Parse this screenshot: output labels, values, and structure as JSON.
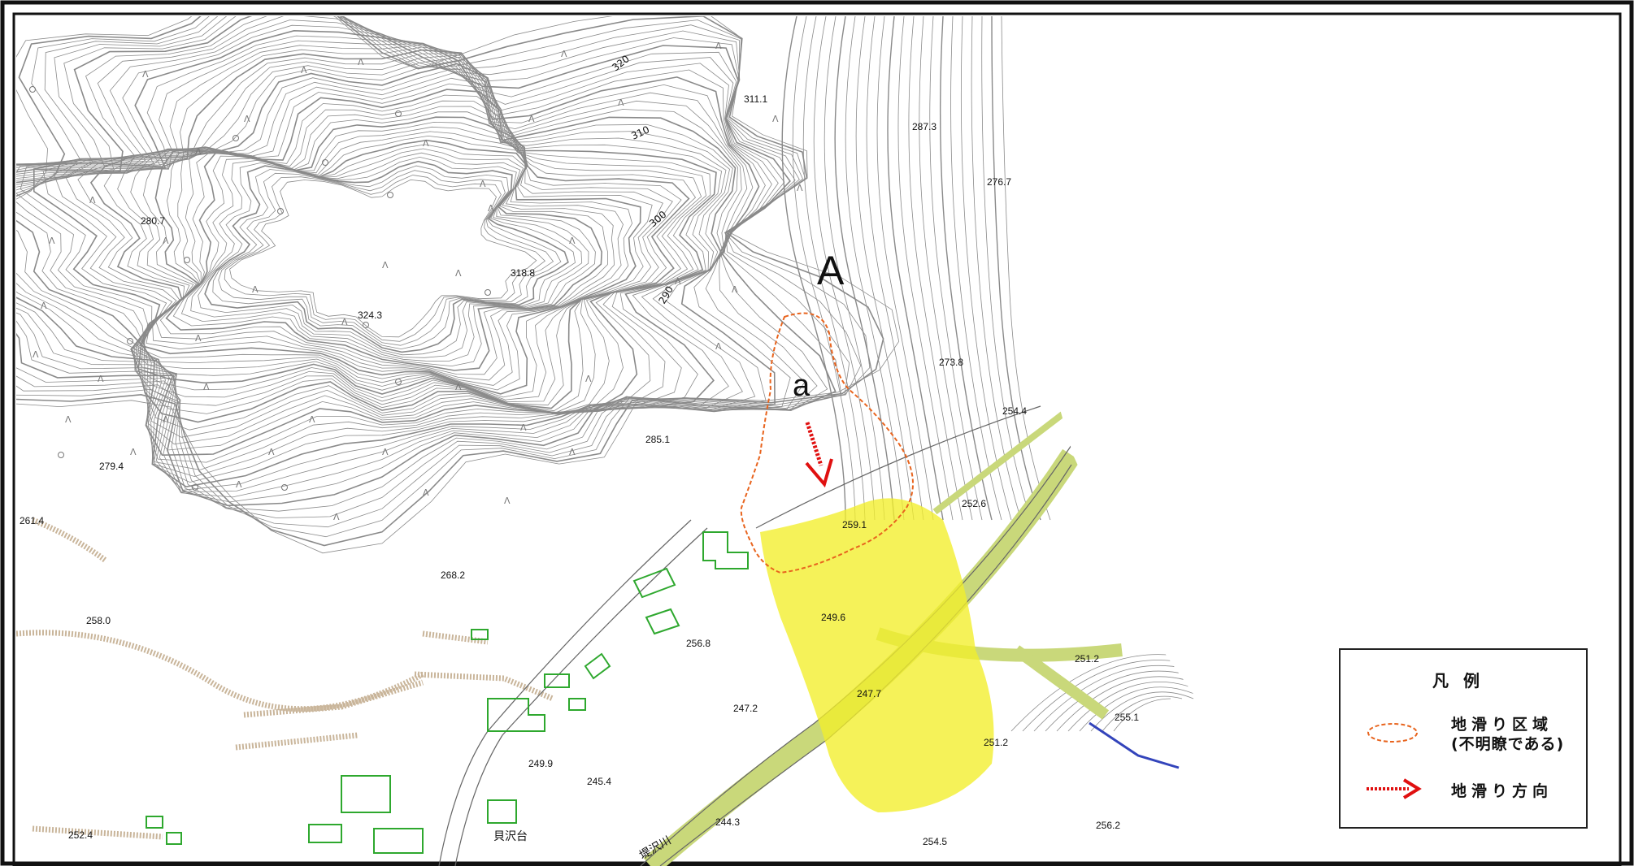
{
  "colors": {
    "contour": "#8a8a8a",
    "landslide_zone": "#e8641e",
    "hazard_fill": "#f2ee2a",
    "arrow": "#e01010",
    "road": "#c9d87a",
    "building": "#2ea82e",
    "terrace": "#c9b59a"
  },
  "map": {
    "letter_A": "A",
    "letter_a": "a",
    "contour_labels": [
      "320",
      "310",
      "300",
      "290"
    ],
    "elevations": [
      "311.1",
      "287.3",
      "276.7",
      "280.7",
      "318.8",
      "324.3",
      "273.8",
      "254.4",
      "285.1",
      "279.4",
      "252.6",
      "261.4",
      "259.1",
      "268.2",
      "249.6",
      "258.0",
      "256.8",
      "251.2",
      "247.7",
      "247.2",
      "255.1",
      "251.2",
      "249.9",
      "245.4",
      "244.3",
      "252.4",
      "254.5",
      "256.2"
    ],
    "place_kaizawadai": "貝沢台",
    "river_label": "堤沢川"
  },
  "legend": {
    "title": "凡例",
    "zone_label": "地滑り区域",
    "zone_note": "(不明瞭である)",
    "direction_label": "地滑り方向"
  }
}
